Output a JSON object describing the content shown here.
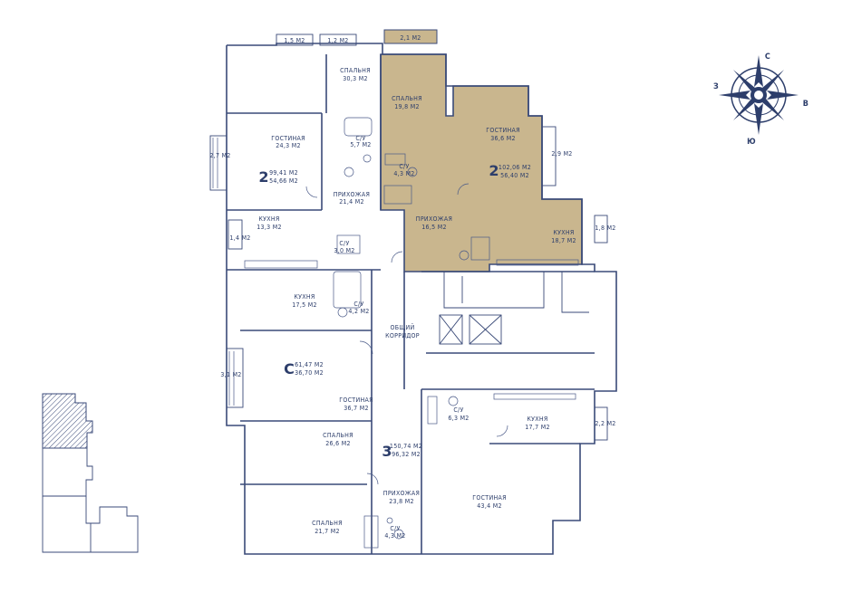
{
  "compass": {
    "n": "С",
    "e": "В",
    "s": "Ю",
    "w": "З"
  },
  "colors": {
    "ink": "#2d3e6b",
    "highlight": "#c9b68e",
    "background": "#ffffff"
  },
  "rooms": {
    "bedroom_top_left": {
      "name": "СПАЛЬНЯ",
      "area": "30,3 М2"
    },
    "living_left": {
      "name": "ГОСТИНАЯ",
      "area": "24,3 М2"
    },
    "bath_left_top": {
      "name": "С/У",
      "area": "5,7 М2"
    },
    "hall_left": {
      "name": "ПРИХОЖАЯ",
      "area": "21,4 М2"
    },
    "kitchen_left_top": {
      "name": "КУХНЯ",
      "area": "13,3 М2"
    },
    "bath_left_mid": {
      "name": "С/У",
      "area": "3,0 М2"
    },
    "bedroom_hl": {
      "name": "СПАЛЬНЯ",
      "area": "19,8 М2"
    },
    "bath_hl": {
      "name": "С/У",
      "area": "4,3 М2"
    },
    "living_hl": {
      "name": "ГОСТИНАЯ",
      "area": "36,6 М2"
    },
    "hall_hl": {
      "name": "ПРИХОЖАЯ",
      "area": "16,5 М2"
    },
    "kitchen_hl": {
      "name": "КУХНЯ",
      "area": "18,7 М2"
    },
    "kitchen_studio": {
      "name": "КУХНЯ",
      "area": "17,5 М2"
    },
    "bath_studio": {
      "name": "С/У",
      "area": "4,2 М2"
    },
    "corridor": {
      "name": "ОБЩИЙ",
      "name2": "КОРРИДОР"
    },
    "living_studio": {
      "name": "ГОСТИНАЯ",
      "area": "36,7 М2"
    },
    "bath_3": {
      "name": "С/У",
      "area": "6,3 М2"
    },
    "kitchen_3": {
      "name": "КУХНЯ",
      "area": "17,7 М2"
    },
    "bedroom_3a": {
      "name": "СПАЛЬНЯ",
      "area": "26,6 М2"
    },
    "hall_3": {
      "name": "ПРИХОЖАЯ",
      "area": "23,8 М2"
    },
    "living_3": {
      "name": "ГОСТИНАЯ",
      "area": "43,4 М2"
    },
    "bedroom_3b": {
      "name": "СПАЛЬНЯ",
      "area": "21,7 М2"
    },
    "bath_3b": {
      "name": "С/У",
      "area": "4,3 М2"
    }
  },
  "apartments": {
    "apt_left": {
      "rooms": "2",
      "total": "99,41 М2",
      "living": "54,66 М2"
    },
    "apt_highlight": {
      "rooms": "2",
      "total": "102,06 М2",
      "living": "56,40 М2"
    },
    "apt_studio": {
      "rooms": "С",
      "total": "61,47 М2",
      "living": "36,70 М2"
    },
    "apt_three": {
      "rooms": "3",
      "total": "150,74 М2",
      "living": "96,32 М2"
    }
  },
  "balconies": {
    "b1": "1,5 М2",
    "b2": "1,2 М2",
    "b3": "2,1 М2",
    "b4": "2,7 М2",
    "b5": "1,4 М2",
    "b6": "2,9 М2",
    "b7": "1,8 М2",
    "b8": "3,1 М2",
    "b9": "2,2 М2"
  }
}
